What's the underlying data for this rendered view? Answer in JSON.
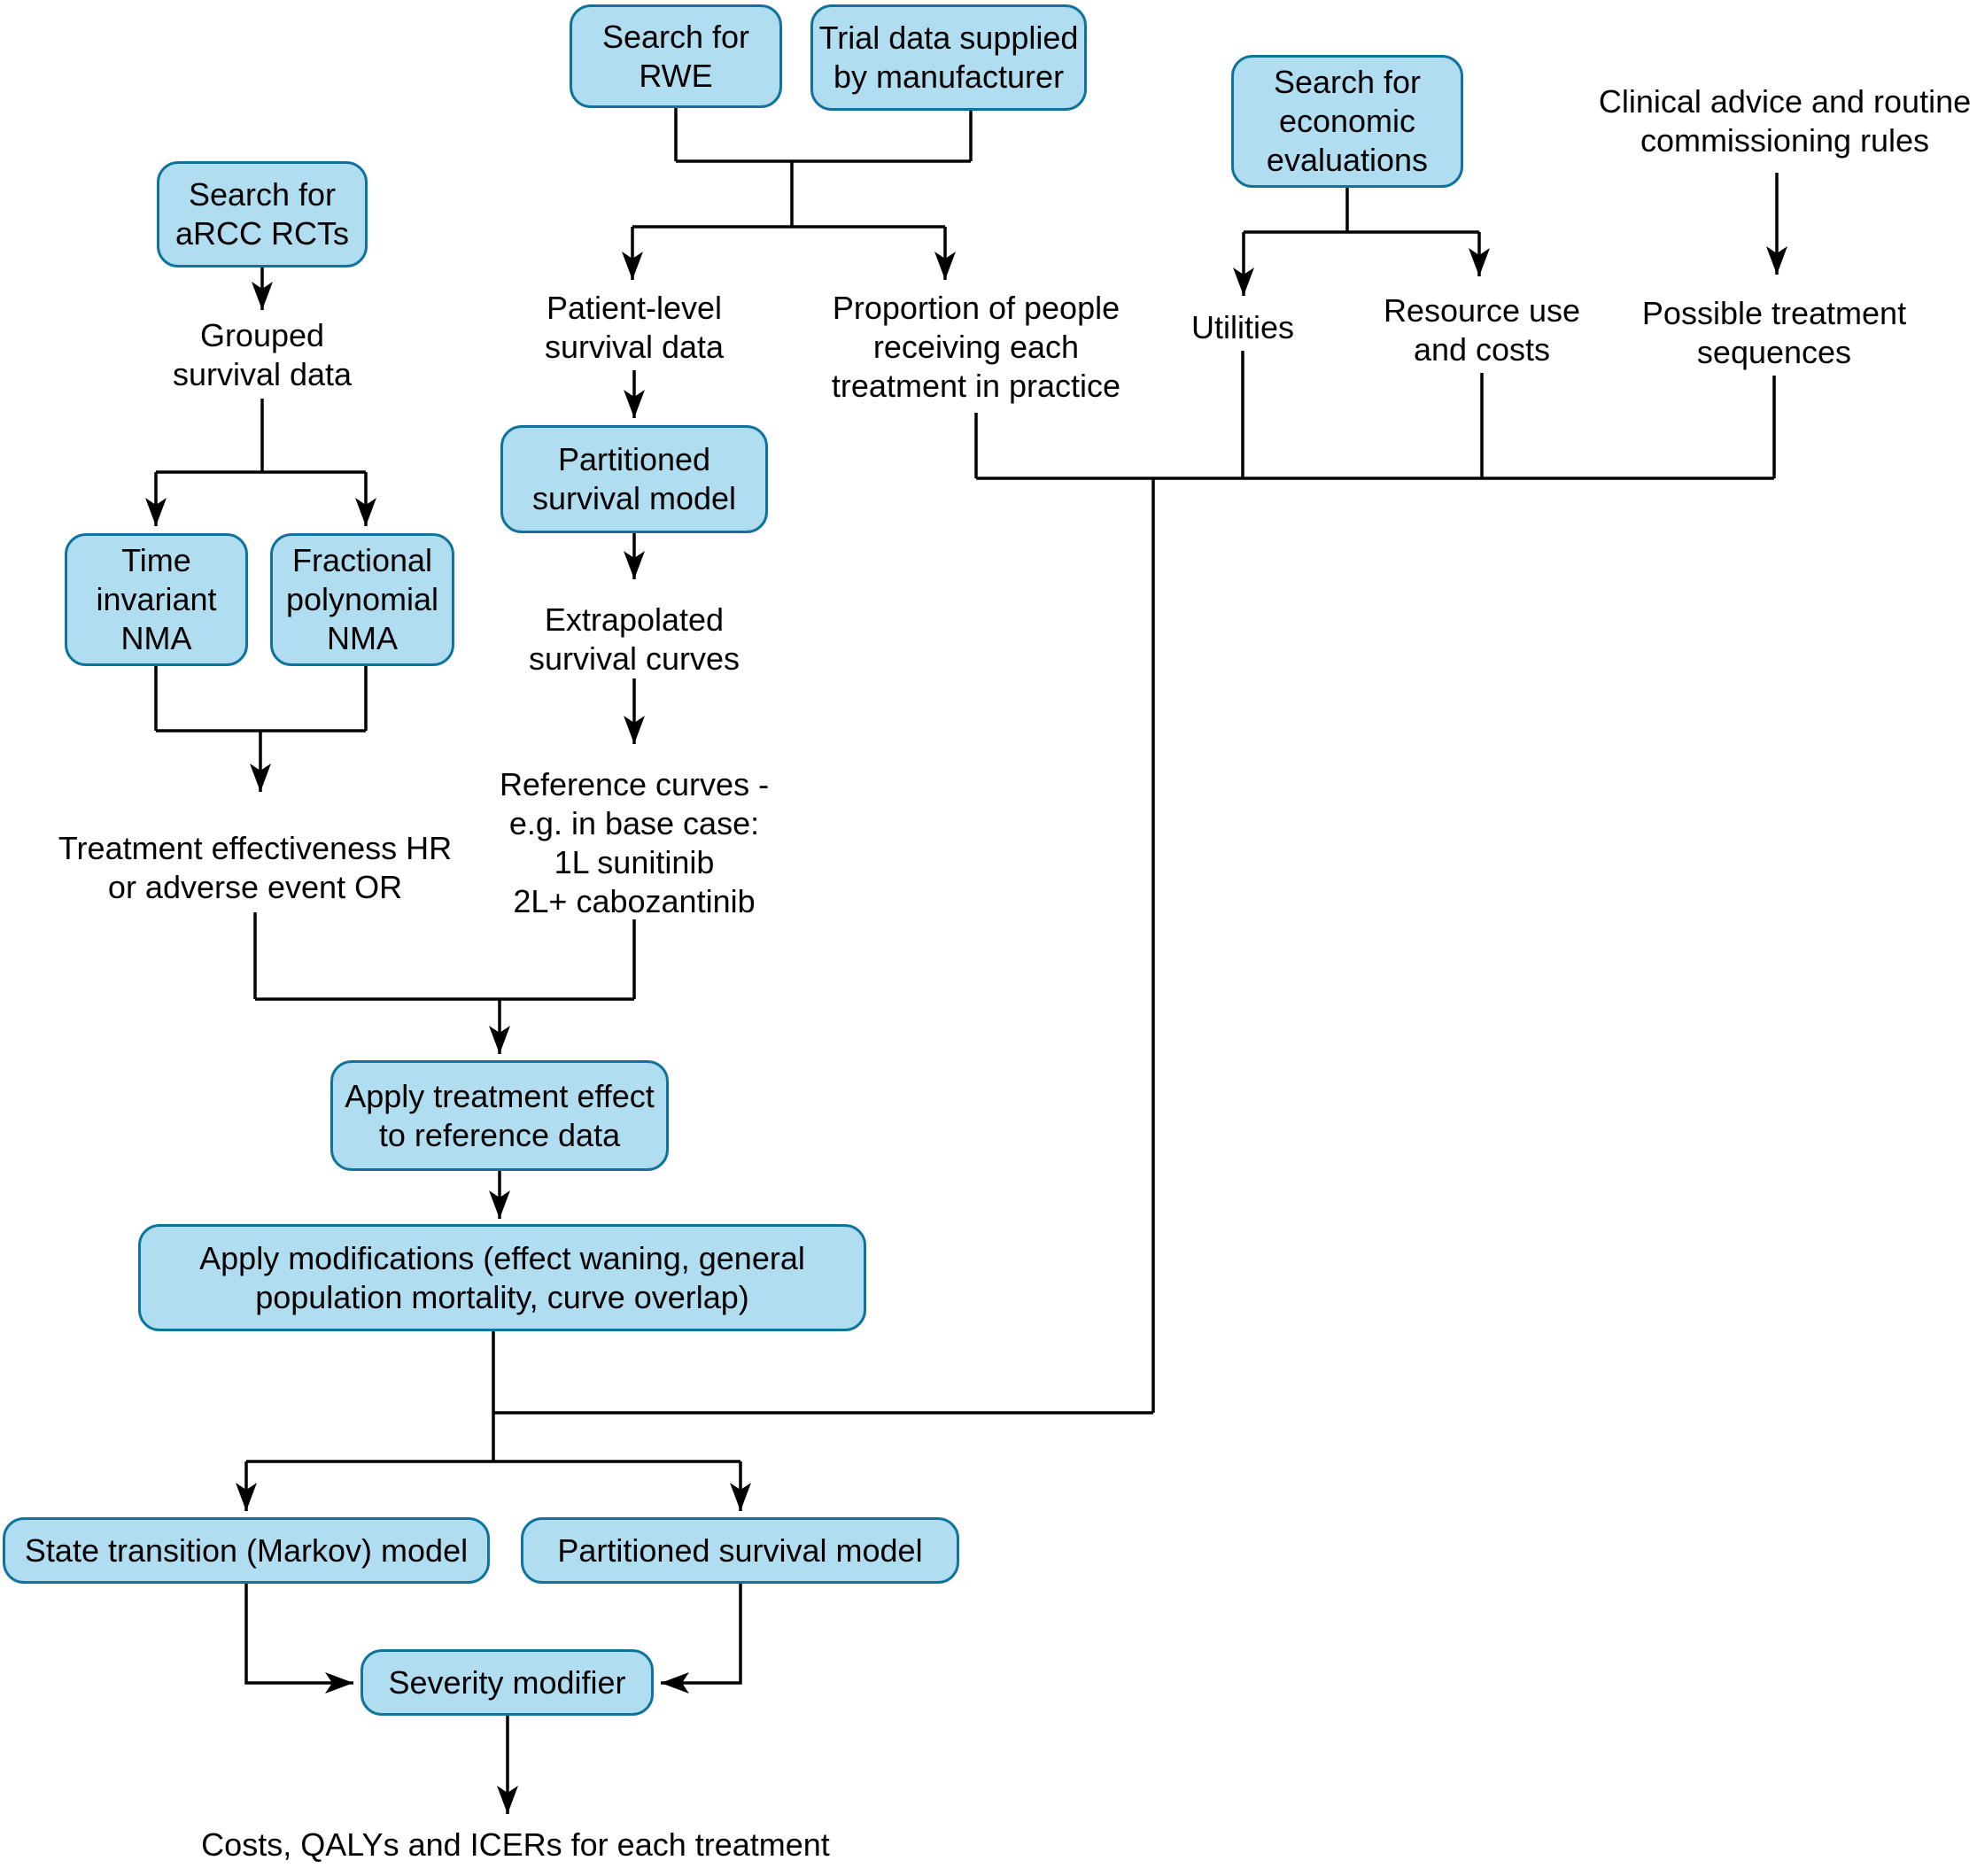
{
  "colors": {
    "box_fill": "#B1DDF0",
    "box_stroke": "#10739E",
    "line": "#000000",
    "text": "#000000"
  },
  "nodes": {
    "search_rwe": {
      "label": "Search for\nRWE"
    },
    "trial_data": {
      "label": "Trial data supplied\nby manufacturer"
    },
    "search_econ": {
      "label": "Search for\neconomic\nevaluations"
    },
    "clinical": {
      "label": "Clinical advice and routine\ncommissioning rules"
    },
    "search_arcc": {
      "label": "Search for\naRCC RCTs"
    },
    "grouped": {
      "label": "Grouped\nsurvival data"
    },
    "patient": {
      "label": "Patient-level\nsurvival data"
    },
    "proportion": {
      "label": "Proportion of people\nreceiving each\ntreatment in practice"
    },
    "utilities": {
      "label": "Utilities"
    },
    "resource": {
      "label": "Resource use\nand costs"
    },
    "possible": {
      "label": "Possible treatment\nsequences"
    },
    "time_nma": {
      "label": "Time\ninvariant\nNMA"
    },
    "frac_nma": {
      "label": "Fractional\npolynomial\nNMA"
    },
    "part_surv": {
      "label": "Partitioned\nsurvival model"
    },
    "extrap": {
      "label": "Extrapolated\nsurvival curves"
    },
    "reference": {
      "label": "Reference curves -\ne.g. in base case:\n1L sunitinib\n2L+ cabozantinib"
    },
    "treatment_hr": {
      "label": "Treatment effectiveness HR\nor adverse event OR"
    },
    "apply_effect": {
      "label": "Apply treatment effect\nto reference data"
    },
    "apply_mods": {
      "label": "Apply modifications (effect waning, general\npopulation mortality, curve overlap)"
    },
    "state_trans": {
      "label": "State transition (Markov) model"
    },
    "part_surv2": {
      "label": "Partitioned survival model"
    },
    "severity": {
      "label": "Severity modifier"
    },
    "costs": {
      "label": "Costs, QALYs and ICERs for each treatment"
    }
  }
}
